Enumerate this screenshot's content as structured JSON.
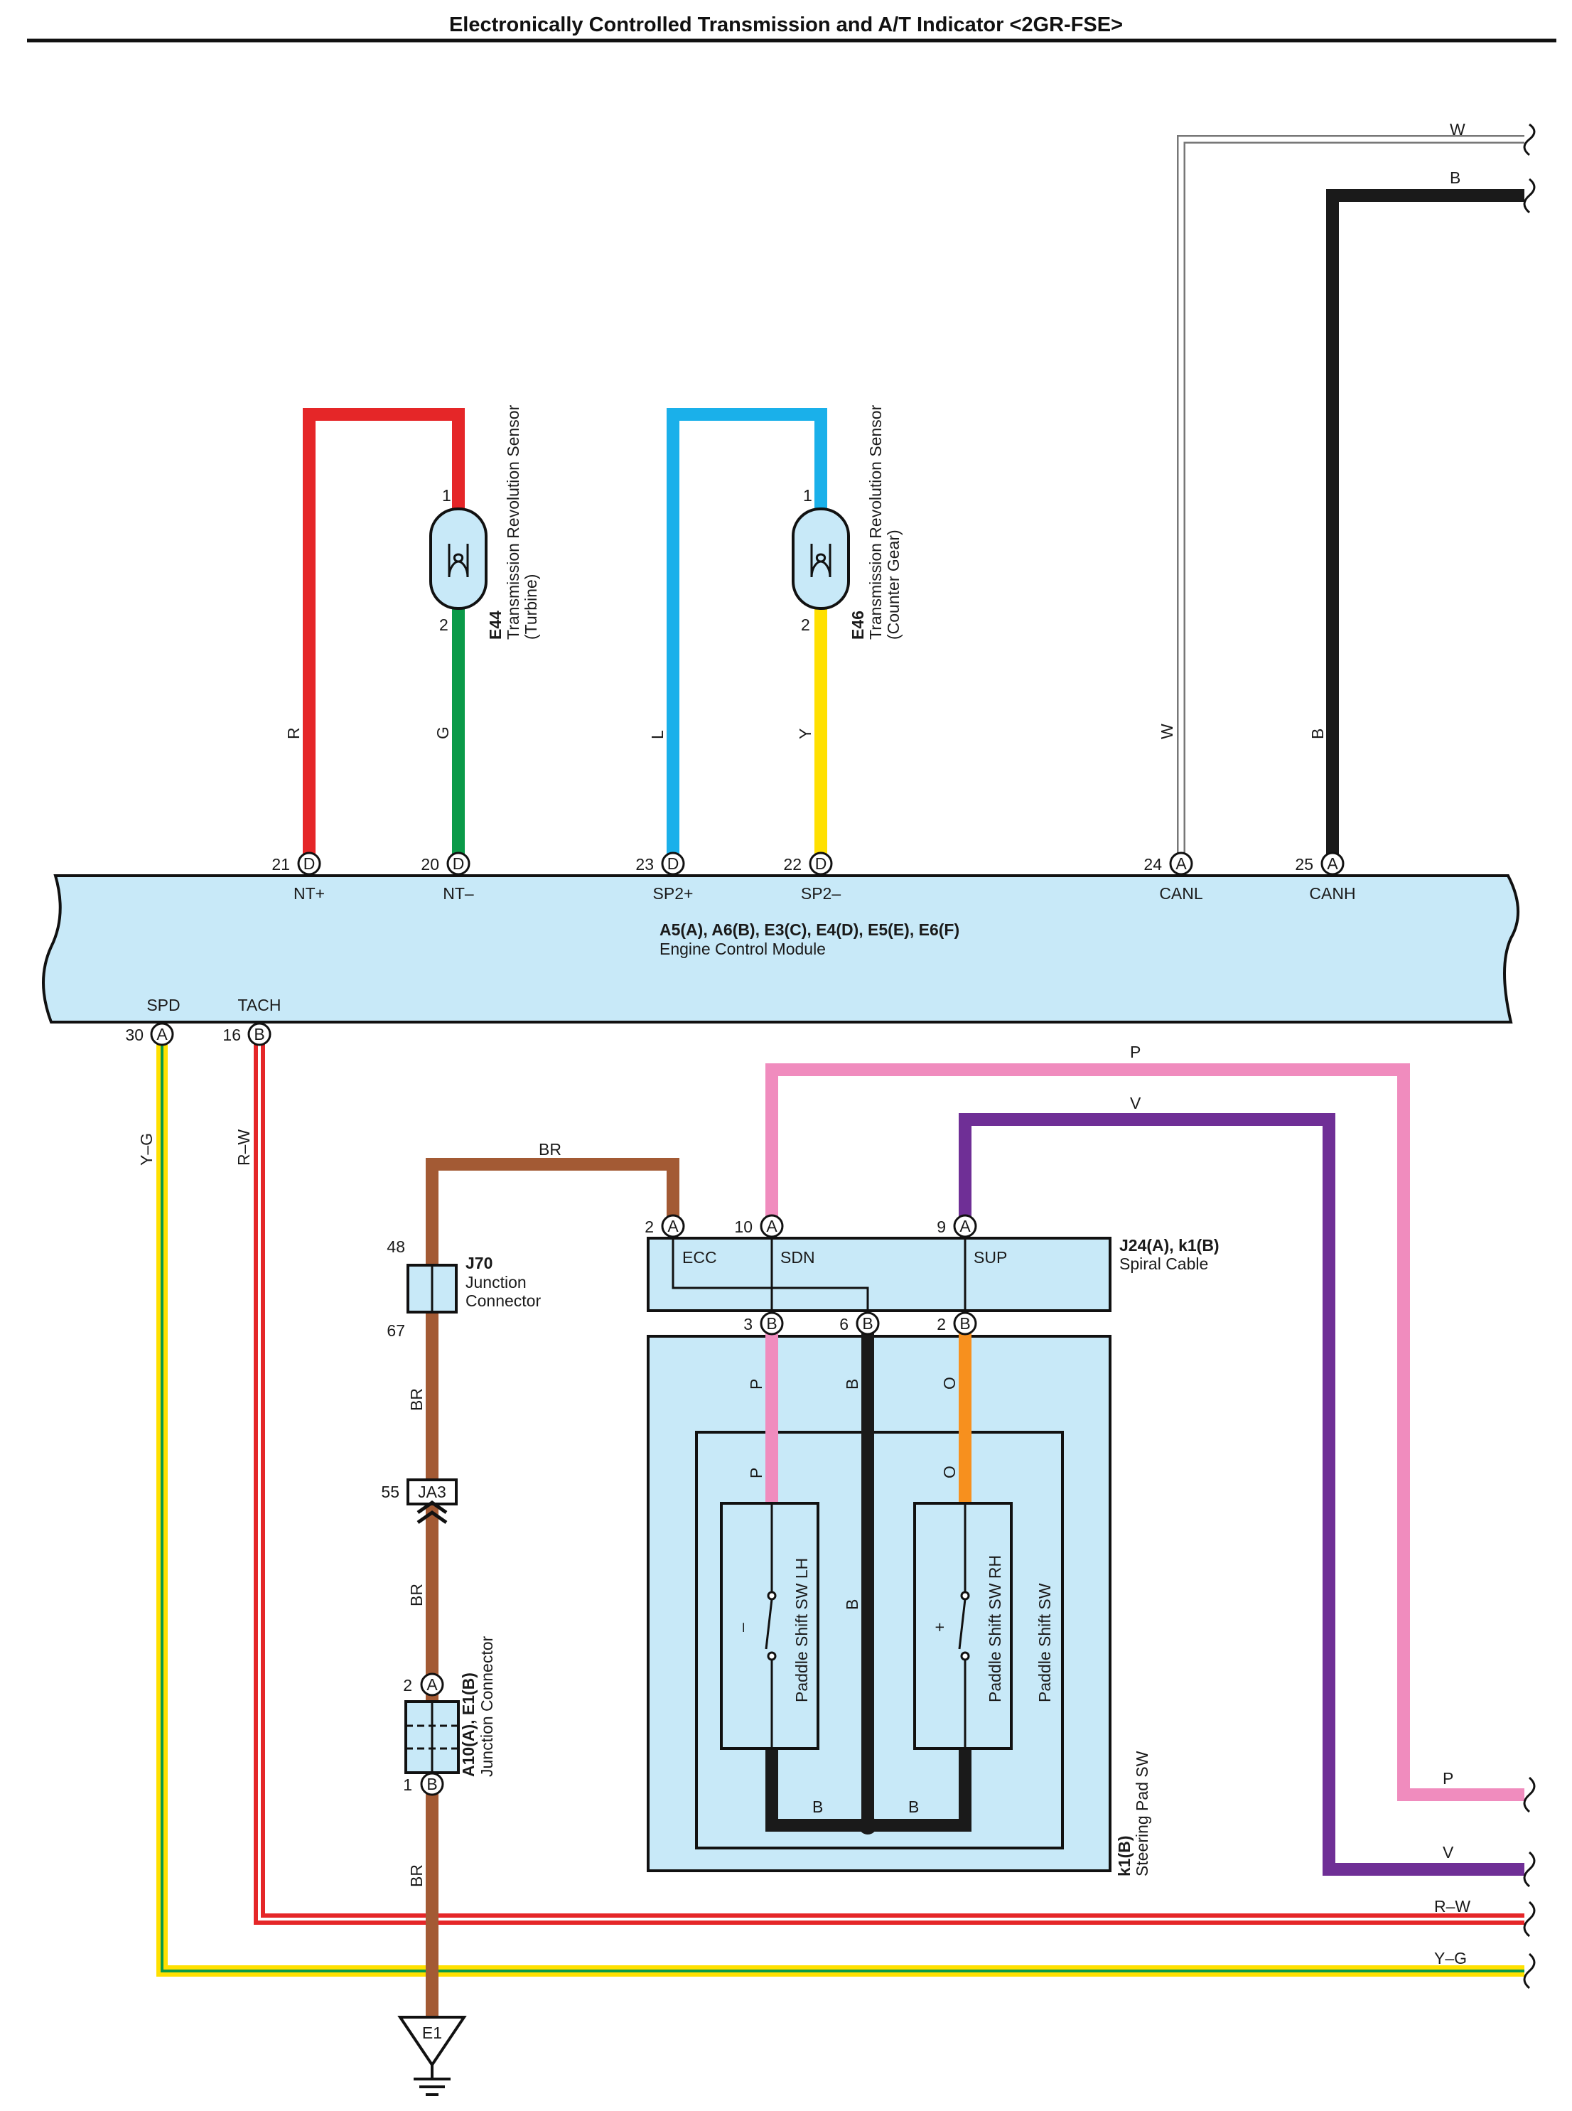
{
  "title": "Electronically Controlled Transmission and A/T Indicator <2GR-FSE>",
  "ecm": {
    "connectors": "A5(A), A6(B), E3(C), E4(D), E5(E), E6(F)",
    "name": "Engine Control Module",
    "terminals": {
      "nt_plus": "NT+",
      "nt_minus": "NT–",
      "sp2_plus": "SP2+",
      "sp2_minus": "SP2–",
      "canl": "CANL",
      "canh": "CANH",
      "spd": "SPD",
      "tach": "TACH"
    },
    "pins": {
      "p21": "21",
      "p20": "20",
      "p23": "23",
      "p22": "22",
      "p24": "24",
      "p25": "25",
      "p30": "30",
      "p16": "16"
    },
    "letters": {
      "D": "D",
      "A": "A",
      "B": "B"
    }
  },
  "sensors": {
    "e44": {
      "code": "E44",
      "name": "Transmission Revolution Sensor",
      "sub": "(Turbine)",
      "pin1": "1",
      "pin2": "2"
    },
    "e46": {
      "code": "E46",
      "name": "Transmission Revolution Sensor",
      "sub": "(Counter Gear)",
      "pin1": "1",
      "pin2": "2"
    }
  },
  "wire_colors": {
    "R": "R",
    "G": "G",
    "L": "L",
    "Y": "Y",
    "W": "W",
    "B": "B",
    "P": "P",
    "V": "V",
    "O": "O",
    "BR": "BR",
    "RW": "R–W",
    "YG": "Y–G"
  },
  "colors": {
    "red": "#e52628",
    "green": "#0a9a48",
    "blue": "#1ab0ea",
    "yellow": "#ffe000",
    "black": "#1a1a1a",
    "brown": "#a35a34",
    "pink": "#f08cbe",
    "violet": "#6f2f96",
    "orange": "#f7901e",
    "module": "#c8e9f8"
  },
  "j70": {
    "code": "J70",
    "line1": "Junction",
    "line2": "Connector",
    "pin_top": "48",
    "pin_bottom": "67"
  },
  "ja3": {
    "code": "JA3",
    "pin": "55"
  },
  "a10": {
    "code": "A10(A), E1(B)",
    "name": "Junction Connector",
    "pin_top": "2",
    "pin_bottom": "1",
    "letter_top": "A",
    "letter_bottom": "B"
  },
  "ground": {
    "code": "E1"
  },
  "spiral": {
    "code": "J24(A), k1(B)",
    "name": "Spiral Cable",
    "ecc": "ECC",
    "sdn": "SDN",
    "sup": "SUP",
    "top_pins": [
      "2",
      "10",
      "9"
    ],
    "bottom_pins": [
      "3",
      "6",
      "2"
    ]
  },
  "steering": {
    "code": "k1(B)",
    "name": "Steering Pad SW",
    "paddle": "Paddle Shift SW",
    "lh": "Paddle Shift SW LH",
    "rh": "Paddle Shift SW RH",
    "minus": "–",
    "plus": "+"
  }
}
